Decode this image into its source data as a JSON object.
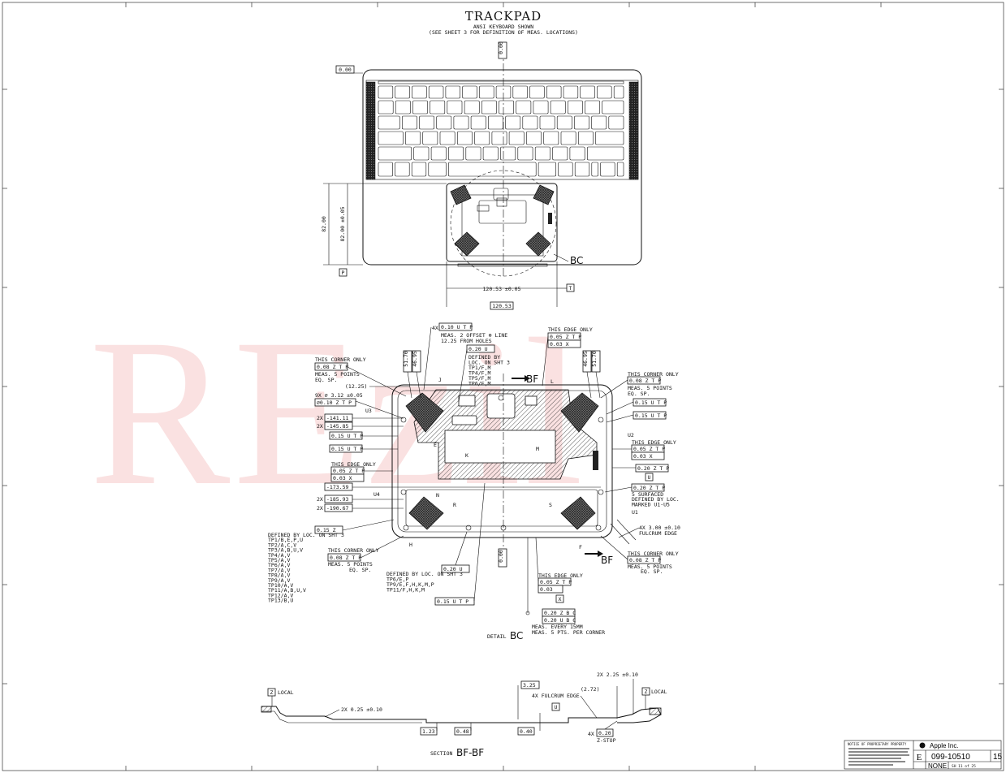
{
  "title": "TRACKPAD",
  "subtitle_1": "ANSI KEYBOARD SHOWN",
  "subtitle_2": "(SEE SHEET 3 FOR DEFINITION OF MEAS. LOCATIONS)",
  "watermark": "REzil",
  "top_view": {
    "datum_top": "0.00",
    "datum_left": "0.00",
    "height_dim": "82.00",
    "height_tol": "82.00 ±0.05",
    "datum_p": "P",
    "width_dim": "120.53 ±0.05",
    "width_basic": "120.53",
    "datum_t": "T",
    "detail_callout": "BC"
  },
  "detail": {
    "caption_prefix": "DETAIL",
    "caption_name": "BC",
    "section_arrow": "BF",
    "fcf": {
      "top_profile": "0.10 U T P",
      "top_profile_note_1": "MEAS. 2 OFFSET ⊕ LINE",
      "top_profile_note_2": "12.25 FROM HOLES",
      "top_profile_count": "4X",
      "center_profile": "0.20 U",
      "center_note": [
        "DEFINED BY",
        "LOC. ON SHT 3",
        "TP1/F,M",
        "TP4/F,M",
        "TP5/F,M",
        "TP6/F,M"
      ],
      "top_edge_label": "THIS EDGE ONLY",
      "top_edge_1": "0.05 Z T P",
      "top_edge_2": "0.03 X",
      "tl_corner_label": "THIS CORNER ONLY",
      "tl_corner_fcf": "0.08 Z T P",
      "tl_corner_note_1": "MEAS. 5 POINTS",
      "tl_corner_note_2": "EQ. SP.",
      "tl_dim": "(12.25)",
      "holes": "9X ⌀ 3.12 ±0.05",
      "holes_fcf": "⌀0.10 Z T P",
      "u3": "U3",
      "dim_141": "-141.11",
      "dim_145": "-145.85",
      "dim_2x": "2X",
      "left_fcf_1": "0.15 U T P",
      "left_fcf_2": "0.15 U T P",
      "left_edge_label": "THIS EDGE ONLY",
      "left_edge_1": "0.05 Z T P",
      "left_edge_2": "0.03 X",
      "dim_173": "-173.59",
      "u4": "U4",
      "dim_185": "-185.93",
      "dim_190": "-190.67",
      "bl_fcf": "0.15 Z",
      "bl_note": [
        "DEFINED BY LOC. ON SHT 3",
        "TP1/B,E,P,U",
        "TP2/A,C,V",
        "TP3/A,B,U,V",
        "TP4/A,V",
        "TP5/A,V",
        "TP6/A,V",
        "TP7/A,V",
        "TP8/A,V",
        "TP9/A,V",
        "TP10/A,V",
        "TP11/A,B,U,V",
        "TP12/A,V",
        "TP13/B,U"
      ],
      "bl_corner_label": "THIS CORNER ONLY",
      "bl_corner_fcf": "0.08 Z T P",
      "bl_corner_note_1": "MEAS. 5 POINTS",
      "bl_corner_note_2": "EQ. SP.",
      "bottom_fcf_1": "0.20 U",
      "bottom_note": [
        "DEFINED BY LOC. ON SHT 3",
        "TP6/E,P",
        "TP9/E,F,H,K,M,P",
        "TP11/F,H,K,M"
      ],
      "bottom_fcf_2": "0.15 U T P",
      "bottom_edge_label": "THIS EDGE ONLY",
      "bottom_edge_1": "0.05 Z T P",
      "bottom_edge_2": "0.03",
      "datum_x": "X",
      "bottom_fcf_3a": "0.20 Z B C",
      "bottom_fcf_3b": "0.20 U B C",
      "bottom_note_2a": "MEAS. EVERY 15MM",
      "bottom_note_2b": "MEAS. 5 PTS. PER CORNER",
      "dim_v0": "0.00",
      "tr_corner_label": "THIS CORNER ONLY",
      "tr_corner_fcf": "0.08 Z T P",
      "tr_corner_note_1": "MEAS. 5 POINTS",
      "tr_corner_note_2": "EQ. SP.",
      "right_fcf_1": "0.15 U T P",
      "right_fcf_2": "0.15 U T P",
      "u2": "U2",
      "right_edge_label": "THIS EDGE ONLY",
      "right_edge_1": "0.05 Z T P",
      "right_edge_2": "0.03 X",
      "right_fcf_u": "0.20 Z T P",
      "datum_u": "U",
      "right_fcf_5": "0.20 Z T P",
      "right_5_note": [
        "5 SURFACED",
        "DEFINED BY LOC.",
        "MARKED U1-U5"
      ],
      "u1": "U1",
      "fulcrum": "4X 3.00 ±0.10",
      "fulcrum_edge": "FULCRUM EDGE",
      "br_corner_label": "THIS CORNER ONLY",
      "br_corner_fcf": "0.08 Z T P",
      "br_corner_note_1": "MEAS. 5 POINTS",
      "br_corner_note_2": "EQ. SP.",
      "vdims_left": [
        "51.70",
        "46.95"
      ],
      "vdims_right": [
        "46.95",
        "51.70"
      ],
      "letters": [
        "J",
        "L",
        "K",
        "M",
        "R",
        "S",
        "H",
        "F",
        "N",
        "E"
      ]
    }
  },
  "section": {
    "caption_prefix": "SECTION",
    "caption_name": "BF-BF",
    "local_left": "LOCAL",
    "local_right": "LOCAL",
    "datum_z": "Z",
    "dim_2x025": "2X 0.25 ±0.10",
    "dim_325": "3.25",
    "dim_272": "(2.72)",
    "dim_2x225": "2X 2.25 ±0.10",
    "fulcrum_edge": "4X FULCRUM EDGE",
    "dim_123": "1.23",
    "dim_048": "0.48",
    "dim_040": "0.40",
    "dim_020": "0.20",
    "count_4x": "4X",
    "zstop": "Z-STOP",
    "datum_u": "U"
  },
  "title_block": {
    "company": "Apple Inc.",
    "size": "E",
    "drawing_no": "099-10510",
    "rev": "15",
    "scale": "NONE",
    "sheet": "SH 11 of 25",
    "notice": "NOTICE OF PROPRIETARY PROPERTY"
  },
  "colors": {
    "ink": "#111111",
    "watermark": "#f6c9c9",
    "paper": "#ffffff"
  }
}
